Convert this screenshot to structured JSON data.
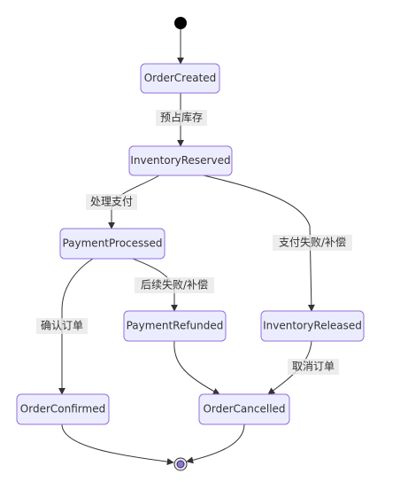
{
  "states": {
    "order_created": "OrderCreated",
    "inventory_reserved": "InventoryReserved",
    "payment_processed": "PaymentProcessed",
    "payment_refunded": "PaymentRefunded",
    "inventory_released": "InventoryReleased",
    "order_confirmed": "OrderConfirmed",
    "order_cancelled": "OrderCancelled"
  },
  "transitions": {
    "reserve_inventory": "预占库存",
    "process_payment": "处理支付",
    "payment_failed_compensate": "支付失败/补偿",
    "later_failed_compensate": "后续失败/补偿",
    "confirm_order": "确认订单",
    "cancel_order": "取消订单"
  },
  "colors": {
    "node_fill": "#ECECFF",
    "node_border": "#9370DB",
    "edge": "#333333",
    "start_dot": "#000000"
  }
}
